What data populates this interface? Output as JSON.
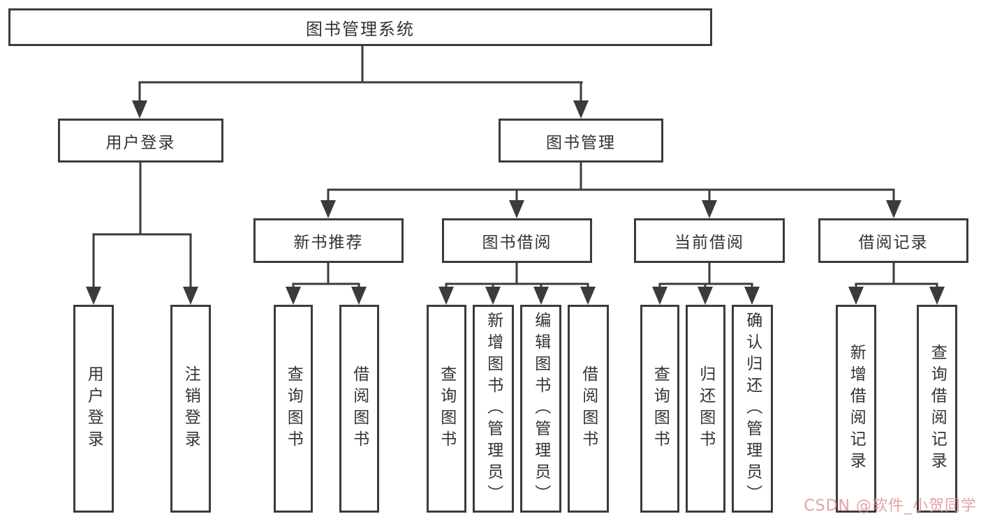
{
  "tree": {
    "root": {
      "label": "图书管理系统",
      "children": [
        {
          "label": "用户登录",
          "children": [
            {
              "label": "用户登录"
            },
            {
              "label": "注销登录"
            }
          ]
        },
        {
          "label": "图书管理",
          "children": [
            {
              "label": "新书推荐",
              "children": [
                {
                  "label": "查询图书"
                },
                {
                  "label": "借阅图书"
                }
              ]
            },
            {
              "label": "图书借阅",
              "children": [
                {
                  "label": "查询图书"
                },
                {
                  "label": "新增图书（管理员）"
                },
                {
                  "label": "编辑图书（管理员）"
                },
                {
                  "label": "借阅图书"
                }
              ]
            },
            {
              "label": "当前借阅",
              "children": [
                {
                  "label": "查询图书"
                },
                {
                  "label": "归还图书"
                },
                {
                  "label": "确认归还（管理员）"
                }
              ]
            },
            {
              "label": "借阅记录",
              "children": [
                {
                  "label": "新增借阅记录"
                },
                {
                  "label": "查询借阅记录"
                }
              ]
            }
          ]
        }
      ]
    }
  },
  "watermark": {
    "text": "CSDN @软件_小贺同学",
    "color": "#de9292"
  },
  "colors": {
    "line": "#3b3b3b",
    "box_border": "#3b3b3b",
    "text": "#333333",
    "background": "#ffffff"
  }
}
